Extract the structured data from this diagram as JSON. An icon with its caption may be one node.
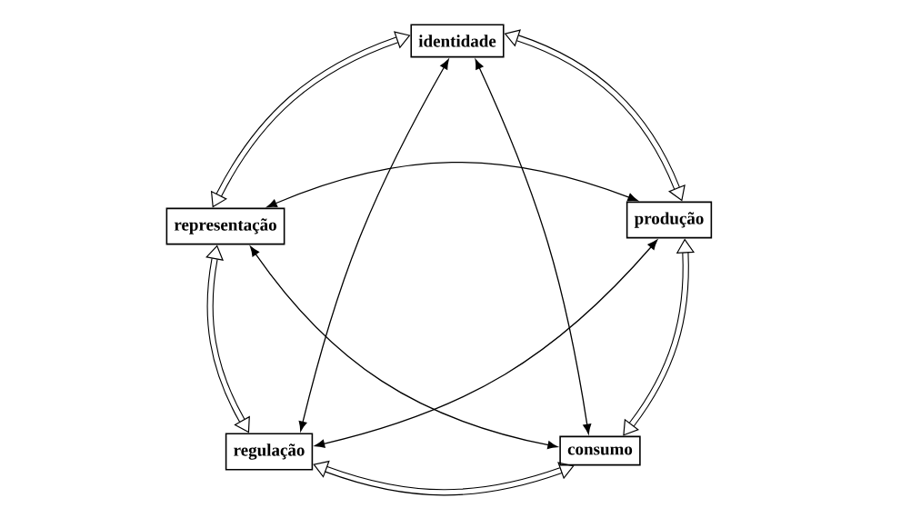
{
  "diagram": {
    "nodes": [
      {
        "text": [
          "identidade"
        ]
      },
      {
        "text": [
          "produção"
        ]
      },
      {
        "text": [
          "consumo"
        ]
      },
      {
        "text": [
          "regulação"
        ]
      },
      {
        "text": [
          "representação"
        ]
      }
    ],
    "edges": [
      {
        "from": 0,
        "to": 1,
        "arrow": "both",
        "style": "thick"
      },
      {
        "from": 1,
        "to": 2,
        "arrow": "both",
        "style": "thick"
      },
      {
        "from": 2,
        "to": 3,
        "arrow": "both",
        "style": "thick"
      },
      {
        "from": 3,
        "to": 4,
        "arrow": "both",
        "style": "thick"
      },
      {
        "from": 4,
        "to": 0,
        "arrow": "both",
        "style": "thick"
      },
      {
        "from": 0,
        "to": 3,
        "arrow": "both"
      },
      {
        "from": 0,
        "to": 2,
        "arrow": "both"
      },
      {
        "from": 4,
        "to": 1,
        "arrow": "both"
      },
      {
        "from": 4,
        "to": 2,
        "arrow": "both"
      },
      {
        "from": 3,
        "to": 1,
        "arrow": "both"
      }
    ]
  }
}
